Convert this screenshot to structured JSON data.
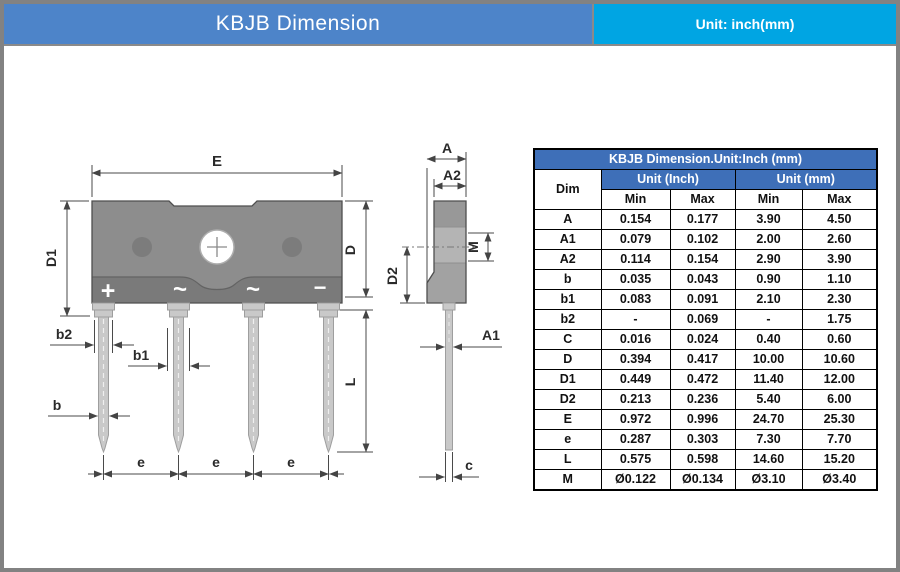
{
  "header": {
    "title": "KBJB Dimension",
    "unit_badge": "Unit: inch(mm)"
  },
  "colors": {
    "header_blue": "#4d84c9",
    "badge_cyan": "#00a5e3",
    "table_header_blue": "#3e6fb8",
    "body_gray": "#8d8d8d",
    "strip_gray": "#7a7a7a",
    "pin_gray": "#c9c9c9",
    "frame_gray": "#828282"
  },
  "drawing": {
    "front": {
      "E": "E",
      "D1": "D1",
      "D": "D",
      "L": "L",
      "b": "b",
      "b1": "b1",
      "b2": "b2",
      "e": "e",
      "plus": "+",
      "ac": "~",
      "minus": "−"
    },
    "side": {
      "A": "A",
      "A1": "A1",
      "A2": "A2",
      "D2": "D2",
      "M": "M",
      "c": "c"
    }
  },
  "table": {
    "title": "KBJB Dimension.Unit:Inch (mm)",
    "dim_header": "Dim",
    "group_inch": "Unit (Inch)",
    "group_mm": "Unit (mm)",
    "sub_headers": [
      "Min",
      "Max",
      "Min",
      "Max"
    ],
    "rows": [
      [
        "A",
        "0.154",
        "0.177",
        "3.90",
        "4.50"
      ],
      [
        "A1",
        "0.079",
        "0.102",
        "2.00",
        "2.60"
      ],
      [
        "A2",
        "0.114",
        "0.154",
        "2.90",
        "3.90"
      ],
      [
        "b",
        "0.035",
        "0.043",
        "0.90",
        "1.10"
      ],
      [
        "b1",
        "0.083",
        "0.091",
        "2.10",
        "2.30"
      ],
      [
        "b2",
        "-",
        "0.069",
        "-",
        "1.75"
      ],
      [
        "C",
        "0.016",
        "0.024",
        "0.40",
        "0.60"
      ],
      [
        "D",
        "0.394",
        "0.417",
        "10.00",
        "10.60"
      ],
      [
        "D1",
        "0.449",
        "0.472",
        "11.40",
        "12.00"
      ],
      [
        "D2",
        "0.213",
        "0.236",
        "5.40",
        "6.00"
      ],
      [
        "E",
        "0.972",
        "0.996",
        "24.70",
        "25.30"
      ],
      [
        "e",
        "0.287",
        "0.303",
        "7.30",
        "7.70"
      ],
      [
        "L",
        "0.575",
        "0.598",
        "14.60",
        "15.20"
      ],
      [
        "M",
        "Ø0.122",
        "Ø0.134",
        "Ø3.10",
        "Ø3.40"
      ]
    ]
  }
}
